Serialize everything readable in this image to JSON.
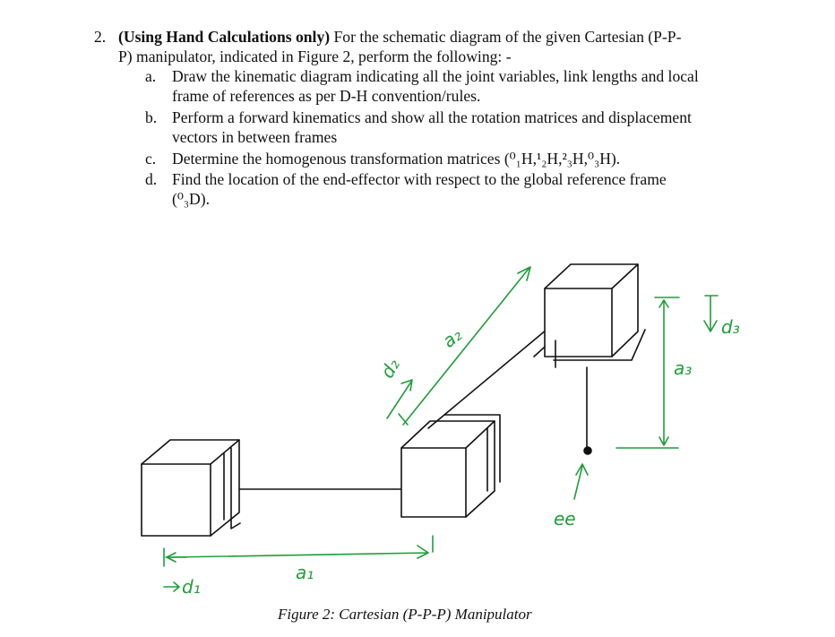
{
  "question": {
    "number": "2.",
    "bold": "(Using Hand Calculations only)",
    "line1_rest": " For the schematic diagram of the given Cartesian (P-P-",
    "line2": "P) manipulator, indicated in Figure 2, perform the following: -",
    "items": [
      {
        "label": "a.",
        "line1": "Draw the kinematic diagram indicating all the joint variables, link lengths and local",
        "line2": "frame of references as per D-H convention/rules."
      },
      {
        "label": "b.",
        "line1": "Perform a forward kinematics and show all the rotation matrices and displacement",
        "line2": "vectors in between frames"
      },
      {
        "label": "c.",
        "line1": "Determine the homogenous transformation matrices (⁰₁H,¹₂H,²₃H,⁰₃H).",
        "line2": ""
      },
      {
        "label": "d.",
        "line1": "Find the location of the end-effector with respect to the global reference frame",
        "line2": "(⁰₃D)."
      }
    ]
  },
  "figure": {
    "caption": "Figure 2: Cartesian (P-P-P) Manipulator",
    "labels": {
      "d1": "d₁",
      "a1": "a₁",
      "d2": "d₂",
      "a2": "a₂",
      "d3": "d₃",
      "a3": "a₃",
      "ee": "ee"
    },
    "colors": {
      "ink": "#111111",
      "annotation": "#1f9e3a"
    }
  }
}
